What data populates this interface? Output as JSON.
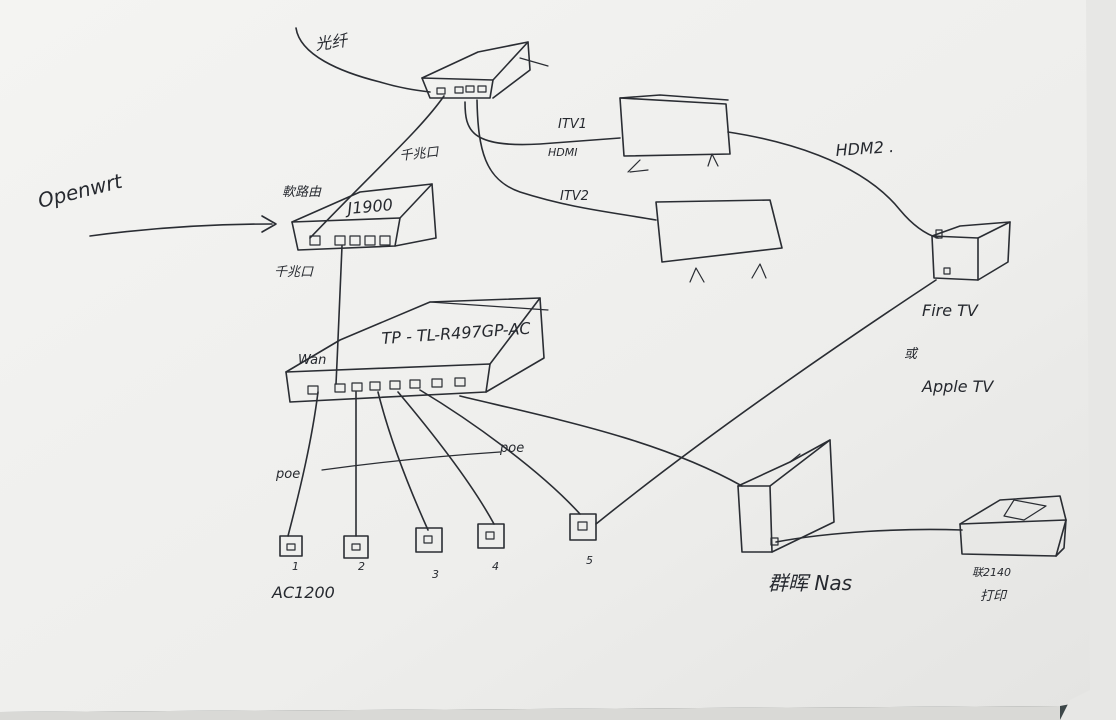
{
  "labels": {
    "fiber": "光纤",
    "openwrt": "Openwrt",
    "modem_lan": "千兆口",
    "soft_router_header": "軟路由",
    "j1900": "J1900",
    "lan_port": "千兆口",
    "router_model": "TP - TL-R497GP-AC",
    "wan": "Wan",
    "itv1": "ITV1",
    "hdmi1": "HDMI",
    "itv2": "ITV2",
    "hdmi2": "HDM2 .",
    "fire_tv": "Fire TV",
    "or": "或",
    "apple_tv": "Apple TV",
    "poe_left": "poe",
    "poe_right": "poe",
    "ap_model": "AC1200",
    "port1": "1",
    "port2": "2",
    "port3": "3",
    "port4": "4",
    "port5": "5",
    "nas": "群晖 Nas",
    "printer_model": "联2140",
    "printer": "打印"
  },
  "colors": {
    "ink": "#2a2d33",
    "paper": "#f1f1ef",
    "background": "#3f4a4c"
  }
}
